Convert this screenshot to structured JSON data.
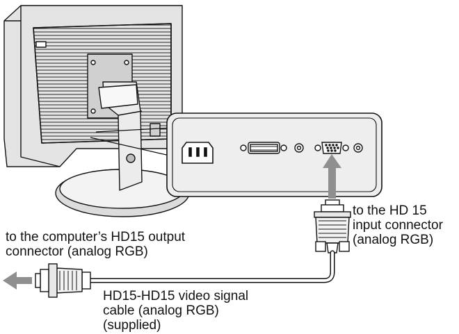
{
  "labels": {
    "hd15_input": {
      "line1": "to the HD 15",
      "line2": "input connector",
      "line3": "(analog RGB)"
    },
    "computer_output": {
      "line1": "to the computer’s HD15 output",
      "line2": "connector (analog RGB)"
    },
    "cable": {
      "line1": "HD15-HD15 video signal",
      "line2": "cable (analog RGB)",
      "line3": "(supplied)"
    }
  },
  "colors": {
    "line": "#111111",
    "monitor_light": "#f4f4f4",
    "monitor_mid": "#d6d6d6",
    "monitor_dark": "#9a9a9a",
    "arrow": "#8f8f8f",
    "panel": "#f2f2f2"
  },
  "icons": [
    "power-inlet-icon",
    "dvi-connector-icon",
    "hd15-input-connector-icon",
    "hd15-cable-plug-icon",
    "arrow-up-icon",
    "arrow-left-icon"
  ]
}
